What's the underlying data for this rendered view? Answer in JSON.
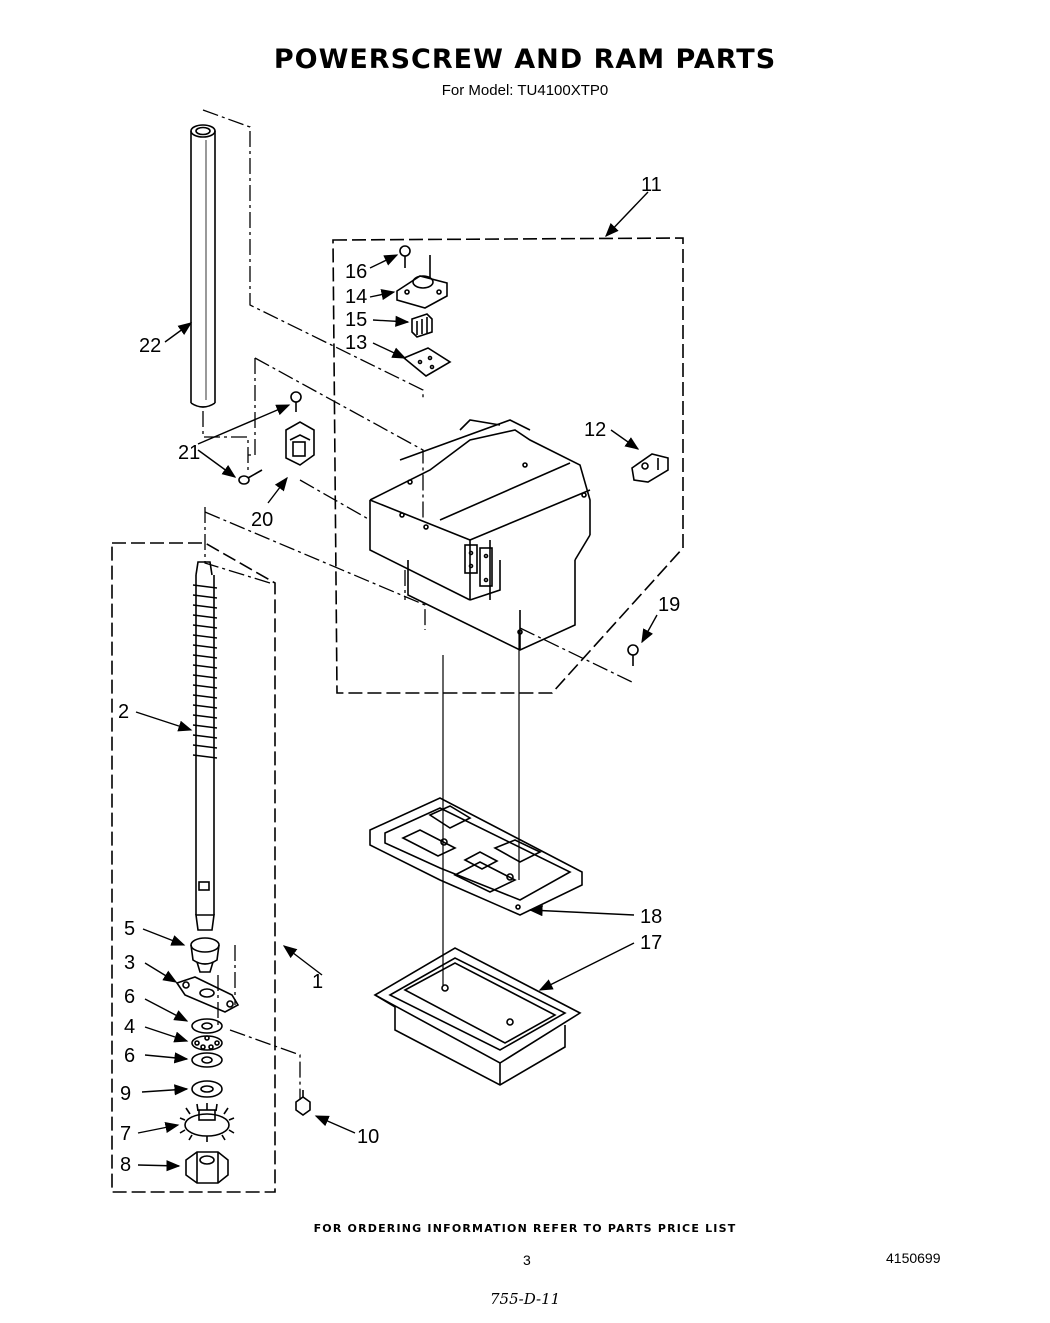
{
  "title": "POWERSCREW AND RAM PARTS",
  "subtitle": "For Model: TU4100XTP0",
  "footer": "FOR ORDERING INFORMATION REFER TO PARTS PRICE LIST",
  "page_number": "3",
  "document_number": "4150699",
  "handwritten_note": "755-D-11",
  "callouts": [
    {
      "id": "callout-1",
      "label": "1"
    },
    {
      "id": "callout-2",
      "label": "2"
    },
    {
      "id": "callout-3",
      "label": "3"
    },
    {
      "id": "callout-4",
      "label": "4"
    },
    {
      "id": "callout-5",
      "label": "5"
    },
    {
      "id": "callout-6a",
      "label": "6"
    },
    {
      "id": "callout-6b",
      "label": "6"
    },
    {
      "id": "callout-7",
      "label": "7"
    },
    {
      "id": "callout-8",
      "label": "8"
    },
    {
      "id": "callout-9",
      "label": "9"
    },
    {
      "id": "callout-10",
      "label": "10"
    },
    {
      "id": "callout-11",
      "label": "11"
    },
    {
      "id": "callout-12",
      "label": "12"
    },
    {
      "id": "callout-13",
      "label": "13"
    },
    {
      "id": "callout-14",
      "label": "14"
    },
    {
      "id": "callout-15",
      "label": "15"
    },
    {
      "id": "callout-16",
      "label": "16"
    },
    {
      "id": "callout-17",
      "label": "17"
    },
    {
      "id": "callout-18",
      "label": "18"
    },
    {
      "id": "callout-19",
      "label": "19"
    },
    {
      "id": "callout-20",
      "label": "20"
    },
    {
      "id": "callout-21",
      "label": "21"
    },
    {
      "id": "callout-22",
      "label": "22"
    }
  ]
}
